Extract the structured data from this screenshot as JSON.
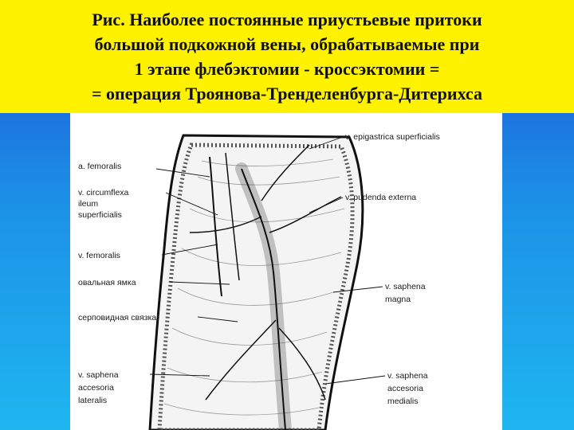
{
  "slide": {
    "title_lines": [
      "Рис. Наиболее постоянные приустьевые притоки",
      "большой подкожной вены, обрабатываемые при",
      "1 этапе флебэктомии - кроссэктомии =",
      "= операция Троянова-Тренделенбурга-Дитерихса"
    ]
  },
  "figure": {
    "labels_left": [
      "a. femoralis",
      "v. circumflexa",
      "ileum",
      "superficialis",
      "v. femoralis",
      "овальная ямка",
      "серповидная связка",
      "v. saphena",
      "accesoria",
      "lateralis"
    ],
    "labels_right": [
      "v. epigastrica superficialis",
      "v. pudenda externa",
      "v. saphena",
      "magna",
      "v. saphena",
      "accesoria",
      "medialis"
    ]
  }
}
